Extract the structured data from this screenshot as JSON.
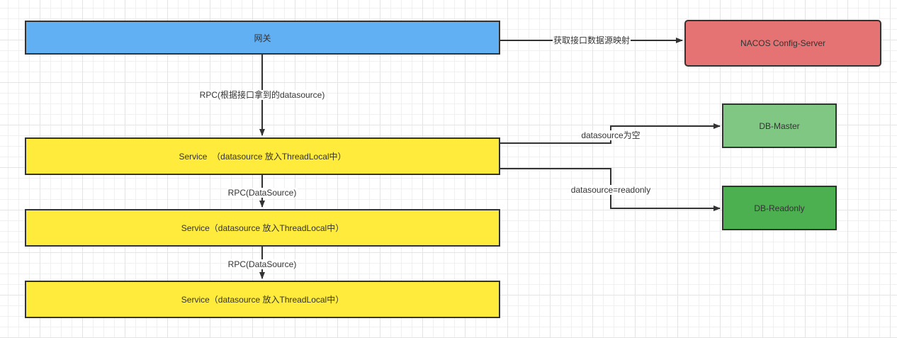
{
  "diagram": {
    "nodes": {
      "gateway": {
        "label": "网关",
        "color": "#61b0f4"
      },
      "nacos": {
        "label": "NACOS Config-Server",
        "color": "#e57373"
      },
      "service1": {
        "label": "Service  （datasource 放入ThreadLocal中）",
        "color": "#ffeb3b"
      },
      "service2": {
        "label": "Service（datasource 放入ThreadLocal中）",
        "color": "#ffeb3b"
      },
      "service3": {
        "label": "Service（datasource 放入ThreadLocal中）",
        "color": "#ffeb3b"
      },
      "db_master": {
        "label": "DB-Master",
        "color": "#81c784"
      },
      "db_readonly": {
        "label": "DB-Readonly",
        "color": "#4caf50"
      }
    },
    "edges": {
      "gateway_to_nacos": {
        "from": "gateway",
        "to": "nacos",
        "label": "获取接口数据源映射"
      },
      "gateway_to_service1": {
        "from": "gateway",
        "to": "service1",
        "label": "RPC(根据接口拿到的datasource)"
      },
      "service1_to_service2": {
        "from": "service1",
        "to": "service2",
        "label": "RPC(DataSource)"
      },
      "service2_to_service3": {
        "from": "service2",
        "to": "service3",
        "label": "RPC(DataSource)"
      },
      "service1_to_master": {
        "from": "service1",
        "to": "db_master",
        "label": "datasource为空"
      },
      "service1_to_readonly": {
        "from": "service1",
        "to": "db_readonly",
        "label": "datasource=readonly"
      }
    }
  }
}
